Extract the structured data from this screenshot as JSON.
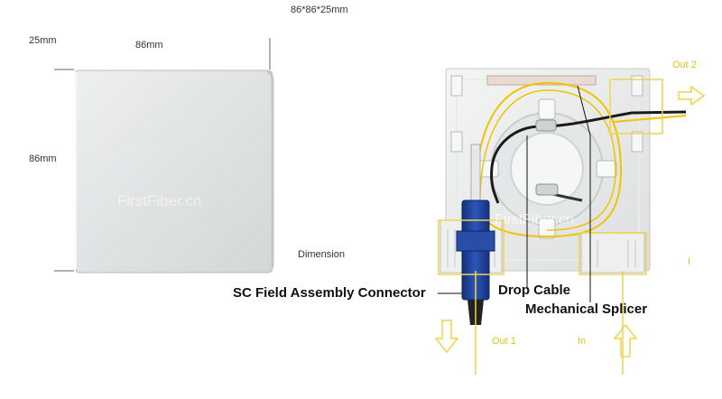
{
  "header": {
    "dimensions_title": "86*86*25mm"
  },
  "left_panel": {
    "depth_label": "25mm",
    "width_label": "86mm",
    "height_label": "86mm",
    "caption": "Dimension",
    "watermark": "FirstFiber.cn"
  },
  "right_panel": {
    "watermark": "FirstFiber.cn",
    "labels": {
      "sc_connector": "SC Field Assembly Connector",
      "drop_cable": "Drop Cable",
      "mechanical_splicer": "Mechanical Splicer",
      "out1": "Out 1",
      "out2": "Out 2",
      "in": "In",
      "marker": "I"
    }
  },
  "colors": {
    "yellow_accent": "#f0d34a",
    "connector_blue": "#1f3f9a",
    "box_fill": "#e3e6e6",
    "fiber_yellow": "#f2c200"
  }
}
